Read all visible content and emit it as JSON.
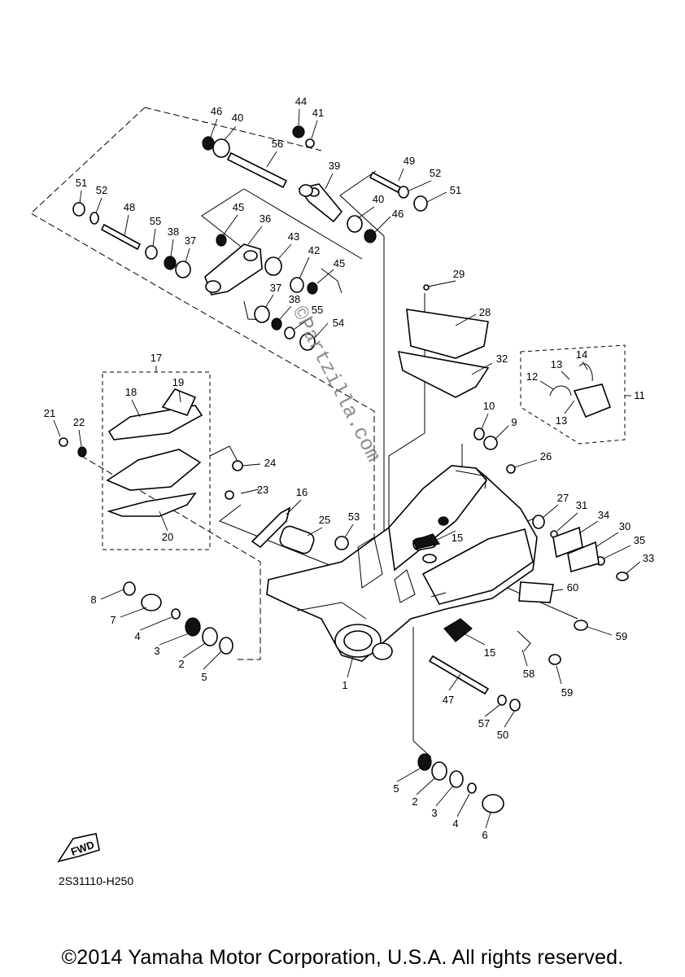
{
  "diagram_code": "2S31110-H250",
  "copyright": "©2014 Yamaha Motor Corporation, U.S.A. All rights reserved.",
  "watermark": "©Partzilla.com",
  "fwd_label": "FWD",
  "callouts": {
    "c1": "1",
    "c2a": "2",
    "c2b": "2",
    "c3a": "3",
    "c3b": "3",
    "c4a": "4",
    "c4b": "4",
    "c5a": "5",
    "c5b": "5",
    "c6": "6",
    "c7": "7",
    "c8": "8",
    "c9": "9",
    "c10": "10",
    "c11": "11",
    "c12": "12",
    "c13a": "13",
    "c13b": "13",
    "c14": "14",
    "c15a": "15",
    "c15b": "15",
    "c16": "16",
    "c17": "17",
    "c18": "18",
    "c19": "19",
    "c20": "20",
    "c21": "21",
    "c22": "22",
    "c23": "23",
    "c24": "24",
    "c25": "25",
    "c26": "26",
    "c27": "27",
    "c28": "28",
    "c29": "29",
    "c30": "30",
    "c31": "31",
    "c32": "32",
    "c33": "33",
    "c34": "34",
    "c35": "35",
    "c36": "36",
    "c37a": "37",
    "c37b": "37",
    "c38a": "38",
    "c38b": "38",
    "c39": "39",
    "c40a": "40",
    "c40b": "40",
    "c41": "41",
    "c42": "42",
    "c43": "43",
    "c44": "44",
    "c45a": "45",
    "c45b": "45",
    "c46a": "46",
    "c46b": "46",
    "c47": "47",
    "c48": "48",
    "c49": "49",
    "c50": "50",
    "c51a": "51",
    "c51b": "51",
    "c52a": "52",
    "c52b": "52",
    "c53": "53",
    "c54": "54",
    "c55a": "55",
    "c55b": "55",
    "c56": "56",
    "c57": "57",
    "c58": "58",
    "c59a": "59",
    "c59b": "59",
    "c60": "60"
  }
}
